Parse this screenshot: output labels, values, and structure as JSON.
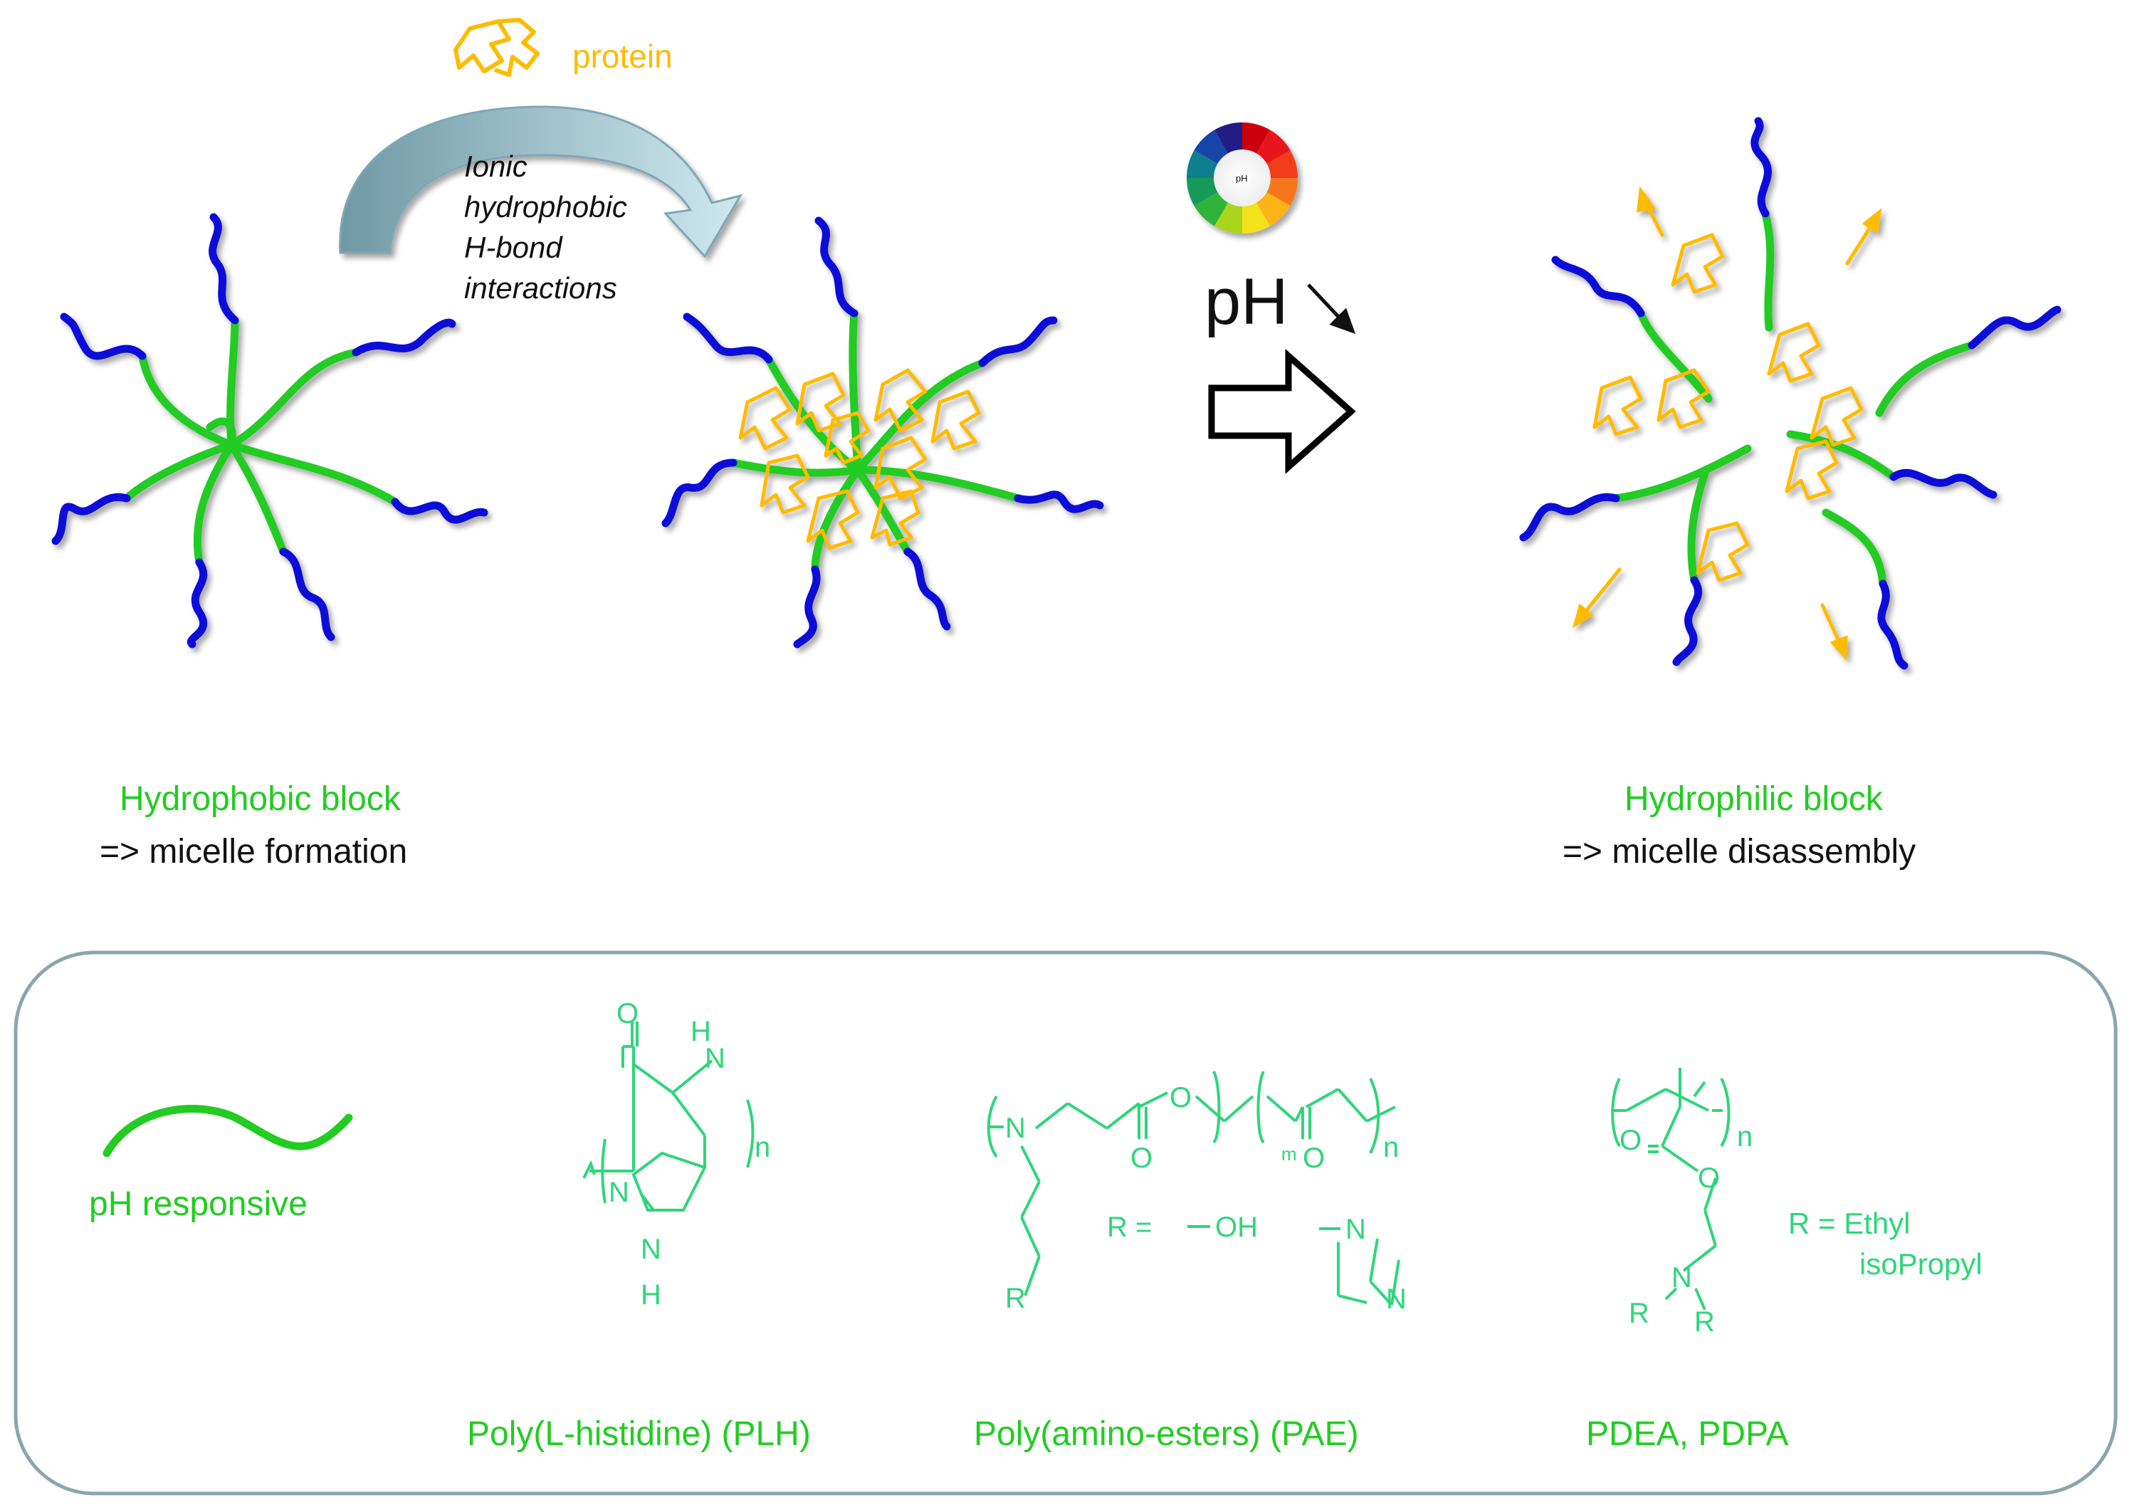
{
  "protein_label": "protein",
  "interactions": [
    "Ionic",
    "hydrophobic",
    "H-bond",
    "interactions"
  ],
  "ph_label": "pH",
  "ph_wheel_label": "pH",
  "left_caption": {
    "title": "Hydrophobic block",
    "subtitle": "=> micelle formation"
  },
  "right_caption": {
    "title": "Hydrophilic block",
    "subtitle": "=> micelle disassembly"
  },
  "legend": {
    "label": "pH responsive"
  },
  "structures": {
    "plh": {
      "name": "Poly(L-histidine) (PLH)",
      "atoms": [
        "O",
        "H",
        "N",
        "n",
        "N",
        "N",
        "H"
      ]
    },
    "pae": {
      "name": "Poly(amino-esters) (PAE)",
      "atoms": [
        "N",
        "O",
        "O",
        "O",
        "m",
        "O",
        "n",
        "R"
      ],
      "r_def": "R =",
      "r_oh": "OH",
      "r_n1": "N",
      "r_n2": "N"
    },
    "pdea": {
      "name": "PDEA, PDPA",
      "atoms": [
        "n",
        "O",
        "O",
        "N",
        "R",
        "R"
      ],
      "r_def": "R = Ethyl",
      "r_def2": "isoPropyl"
    }
  },
  "colors": {
    "hydrophobic_block": "#22cc22",
    "hydrophilic_block": "#1010d8",
    "protein": "#ffbb00",
    "chemistry": "#2ed67a",
    "arrow": "#7fa7b3"
  }
}
